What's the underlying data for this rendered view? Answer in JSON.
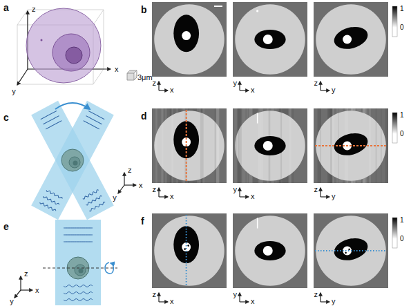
{
  "diagram": {
    "labels": [
      "a",
      "z",
      "x",
      "y",
      "3μm",
      "b",
      "z",
      "x",
      "y",
      "x",
      "z",
      "y",
      "1",
      "0",
      "c",
      "z",
      "x",
      "y",
      "d",
      "z",
      "x",
      "y",
      "x",
      "z",
      "y",
      "1",
      "0",
      "e",
      "z",
      "y",
      "x",
      "f",
      "z",
      "x",
      "y",
      "x",
      "z",
      "y",
      "1",
      "0"
    ]
  }
}
